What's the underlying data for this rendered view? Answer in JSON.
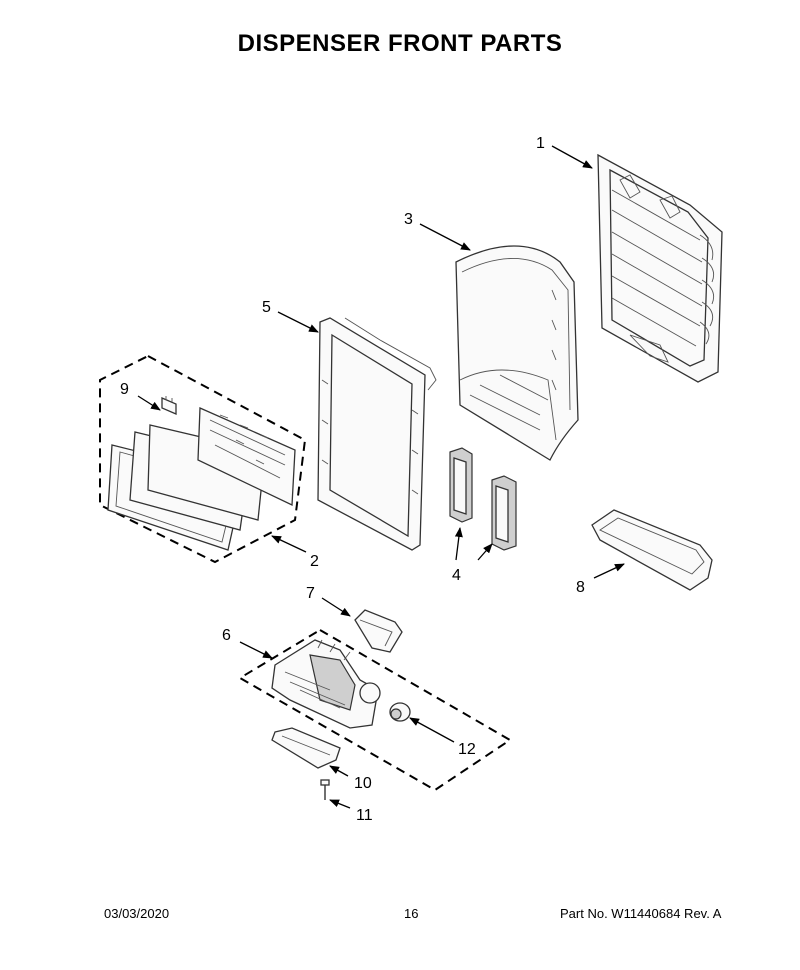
{
  "title": "DISPENSER FRONT PARTS",
  "callouts": {
    "c1": "1",
    "c2": "2",
    "c3": "3",
    "c4": "4",
    "c5": "5",
    "c6": "6",
    "c7": "7",
    "c8": "8",
    "c9": "9",
    "c10": "10",
    "c11": "11",
    "c12": "12"
  },
  "footer": {
    "date": "03/03/2020",
    "page": "16",
    "part": "Part No.  W11440684  Rev.  A"
  }
}
